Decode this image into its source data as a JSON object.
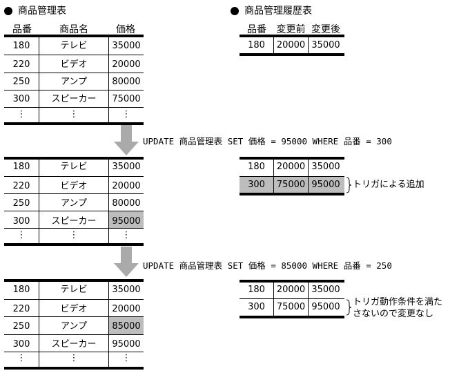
{
  "product_table": {
    "title": "商品管理表",
    "headers": [
      "品番",
      "商品名",
      "価格"
    ]
  },
  "history_table": {
    "title": "商品管理履歴表",
    "headers": [
      "品番",
      "変更前",
      "変更後"
    ]
  },
  "states": [
    {
      "products": [
        {
          "id": "180",
          "name": "テレビ",
          "price": "35000"
        },
        {
          "id": "220",
          "name": "ビデオ",
          "price": "20000"
        },
        {
          "id": "250",
          "name": "アンプ",
          "price": "80000"
        },
        {
          "id": "300",
          "name": "スピーカー",
          "price": "75000"
        },
        {
          "id": "⋮",
          "name": "⋮",
          "price": "⋮"
        }
      ],
      "history": [
        {
          "id": "180",
          "before": "20000",
          "after": "35000"
        }
      ]
    },
    {
      "update_sql": "UPDATE 商品管理表 SET 価格 = 95000 WHERE 品番 = 300",
      "products": [
        {
          "id": "180",
          "name": "テレビ",
          "price": "35000"
        },
        {
          "id": "220",
          "name": "ビデオ",
          "price": "20000"
        },
        {
          "id": "250",
          "name": "アンプ",
          "price": "80000"
        },
        {
          "id": "300",
          "name": "スピーカー",
          "price": "95000",
          "highlight": true
        },
        {
          "id": "⋮",
          "name": "⋮",
          "price": "⋮"
        }
      ],
      "history": [
        {
          "id": "180",
          "before": "20000",
          "after": "35000"
        },
        {
          "id": "300",
          "before": "75000",
          "after": "95000",
          "highlight": true
        }
      ],
      "note": "トリガによる追加"
    },
    {
      "update_sql": "UPDATE 商品管理表 SET 価格 = 85000 WHERE 品番 = 250",
      "products": [
        {
          "id": "180",
          "name": "テレビ",
          "price": "35000"
        },
        {
          "id": "220",
          "name": "ビデオ",
          "price": "20000"
        },
        {
          "id": "250",
          "name": "アンプ",
          "price": "85000",
          "highlight": true
        },
        {
          "id": "300",
          "name": "スピーカー",
          "price": "95000"
        },
        {
          "id": "⋮",
          "name": "⋮",
          "price": "⋮"
        }
      ],
      "history": [
        {
          "id": "180",
          "before": "20000",
          "after": "35000"
        },
        {
          "id": "300",
          "before": "75000",
          "after": "95000"
        }
      ],
      "note_lines": [
        "トリガ動作条件を満た",
        "さないので変更なし"
      ]
    }
  ],
  "colors": {
    "highlight": "#bdbdbd",
    "arrow": "#aaaaaa"
  }
}
